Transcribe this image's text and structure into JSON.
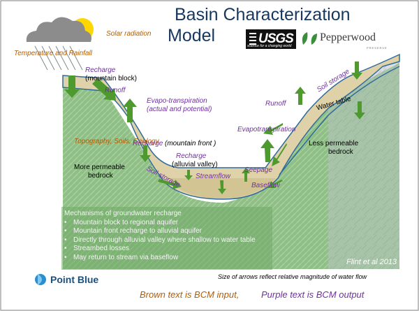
{
  "title_line1": "Basin Characterization",
  "title_line2": "Model",
  "logos": {
    "usgs": "USGS",
    "usgs_tagline": "science for a changing world",
    "pepperwood": "Pepperwood",
    "pepperwood_sub": "PRESERVE",
    "pointblue": "Point Blue"
  },
  "labels": {
    "solar": "Solar radiation",
    "temp_rain": "Temperature and Rainfall",
    "recharge1": "Recharge",
    "mountain_block": "(mountain block)",
    "runoff1": "Runoff",
    "evapo1": "Evapo-transpiration",
    "evapo1b": "(actual and potential)",
    "topography": "Topography,  Soils, Geology",
    "recharge2": "Recharge",
    "mountain_front": "(mountain front )",
    "soil_storage1": "Soil storage",
    "recharge3": "Recharge",
    "alluvial_valley": "(alluvial valley)",
    "streamflow": "Streamflow",
    "more_perm1": "More permeable",
    "more_perm2": "bedrock",
    "seepage": "Seepage",
    "baseflow": "Baseflow",
    "evapo2": "Evapotranspiration",
    "runoff2": "Runoff",
    "soil_storage2": "Soil storage",
    "water_table": "Water table",
    "less_perm1": "Less permeable",
    "less_perm2": "bedrock",
    "flint": "Flint et al 2013"
  },
  "mechanisms": {
    "heading": "Mechanisms of groundwater recharge",
    "items": [
      "Mountain block to regional aquifer",
      "Mountain front recharge to alluvial aquifer",
      "Directly through alluvial valley where shallow to water table",
      "Streambed losses",
      "May return to stream via baseflow"
    ]
  },
  "caption": "Size of arrows reflect relative magnitude of water flow",
  "footer": {
    "brown_text": "Brown text is BCM input,",
    "purple_text": "Purple text is BCM output"
  }
}
